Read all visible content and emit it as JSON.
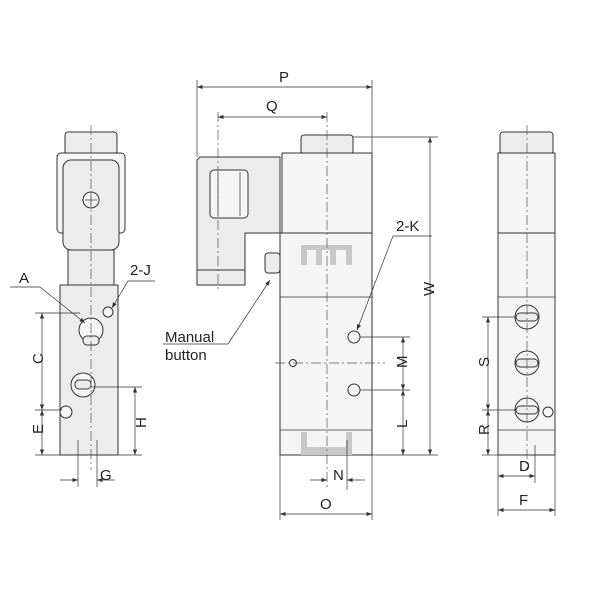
{
  "diagram": {
    "labels": {
      "P": "P",
      "Q": "Q",
      "K": "2-K",
      "W": "W",
      "M": "M",
      "L": "L",
      "N": "N",
      "O": "O",
      "A": "A",
      "J": "2-J",
      "C": "C",
      "E": "E",
      "H": "H",
      "G": "G",
      "manual_1": "Manual",
      "manual_2": "button",
      "S": "S",
      "R": "R",
      "D": "D",
      "F": "F"
    }
  }
}
